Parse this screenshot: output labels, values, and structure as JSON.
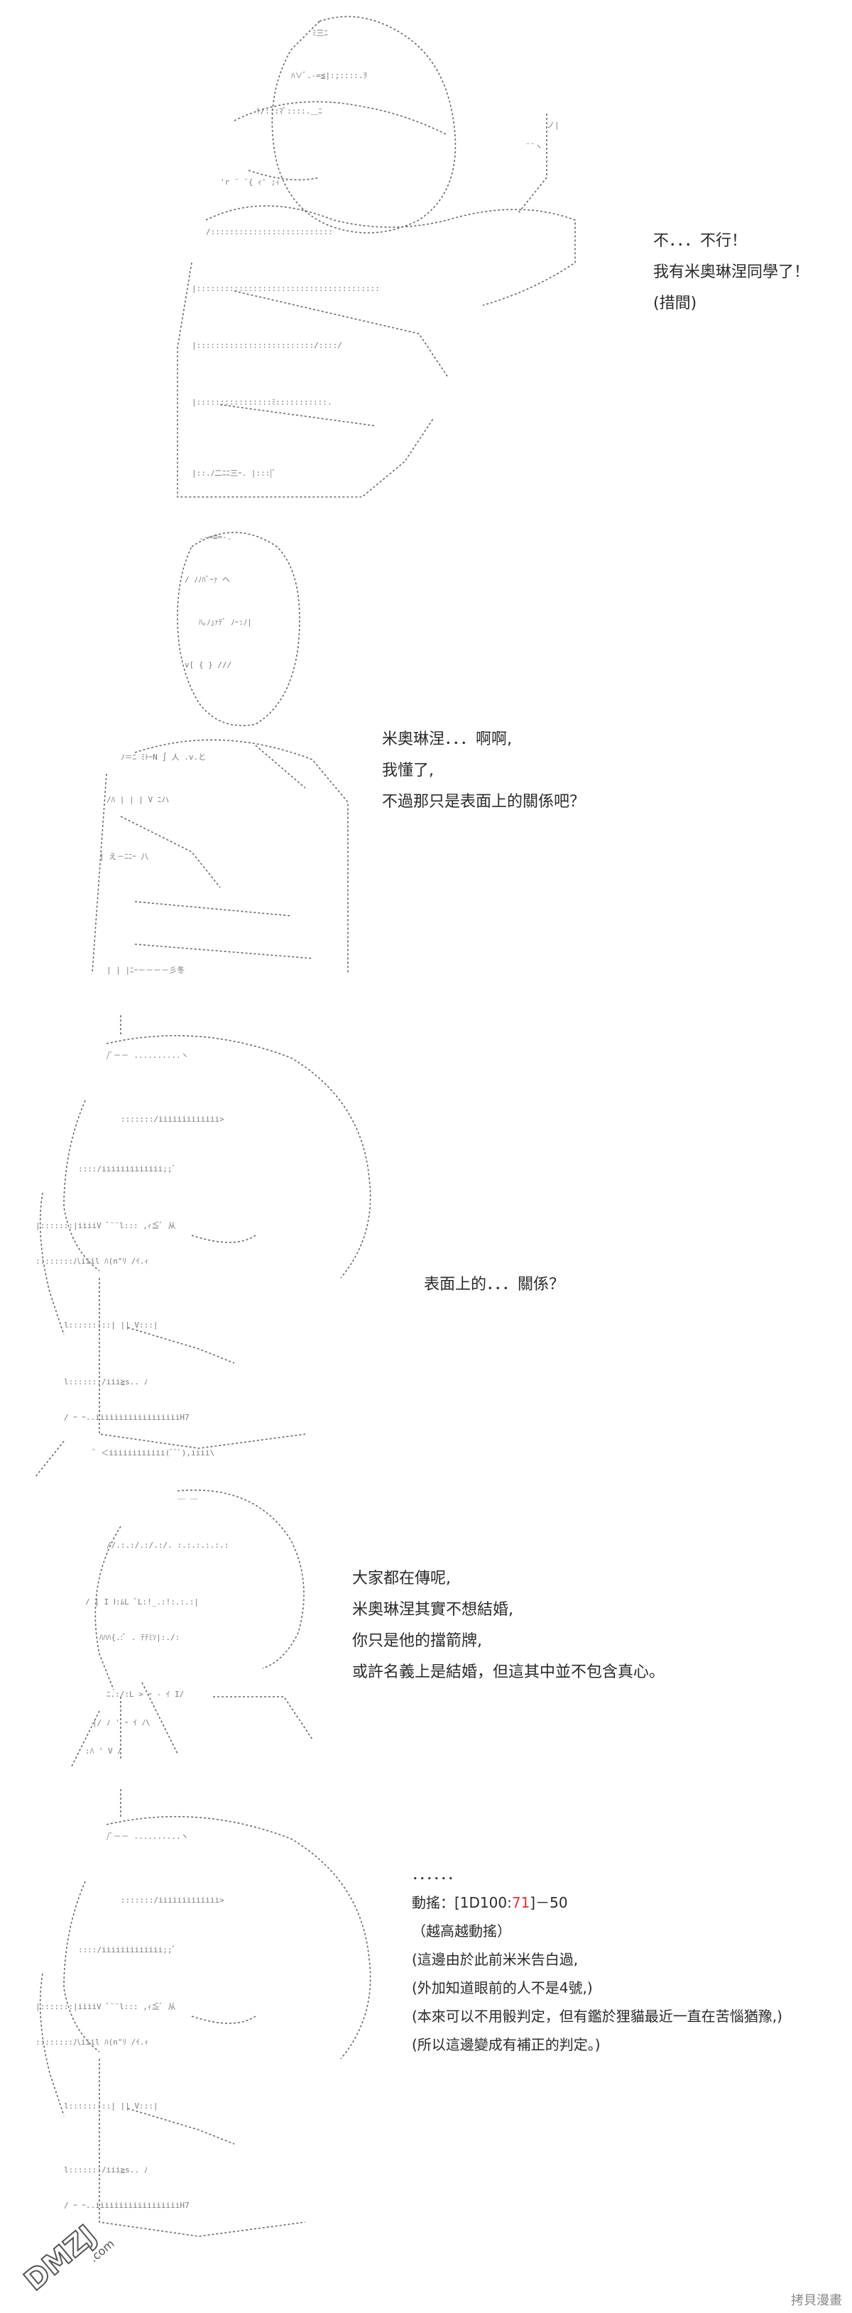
{
  "panels": [
    {
      "id": "panel-1",
      "lines": [
        "不．．．不行！",
        "我有米奧琳涅同學了！",
        "(措間)"
      ]
    },
    {
      "id": "panel-2",
      "lines": [
        "米奧琳涅．．．啊啊,",
        "我懂了,",
        "不過那只是表面上的關係吧？"
      ]
    },
    {
      "id": "panel-3",
      "lines": [
        "表面上的．．．關係？"
      ]
    },
    {
      "id": "panel-4",
      "lines": [
        "大家都在傳呢,",
        "米奧琳涅其實不想結婚,",
        "你只是他的擋箭牌,",
        "或許名義上是結婚，但這其中並不包含真心。"
      ]
    },
    {
      "id": "panel-5",
      "ellipsis": "．．．．．．",
      "dice": {
        "prefix": "動搖：[1D100:",
        "roll": "71",
        "suffix": "]－50"
      },
      "lines": [
        "（越高越動搖）",
        "(這邊由於此前米米告白過,",
        "(外加知道眼前的人不是4號,)",
        "(本來可以不用骰判定，但有鑑於狸貓最近一直在苦惱猶豫,)",
        "(所以這邊變成有補正的判定。)"
      ]
    }
  ],
  "watermark": {
    "logo_text": "DMZJ",
    "logo_sub": ".com"
  },
  "footer": {
    "text": "拷貝漫畫"
  },
  "colors": {
    "art_stroke": "#6a6a6a",
    "text": "#2a2a2a",
    "dice_highlight": "#d33333",
    "footer": "#888888"
  }
}
